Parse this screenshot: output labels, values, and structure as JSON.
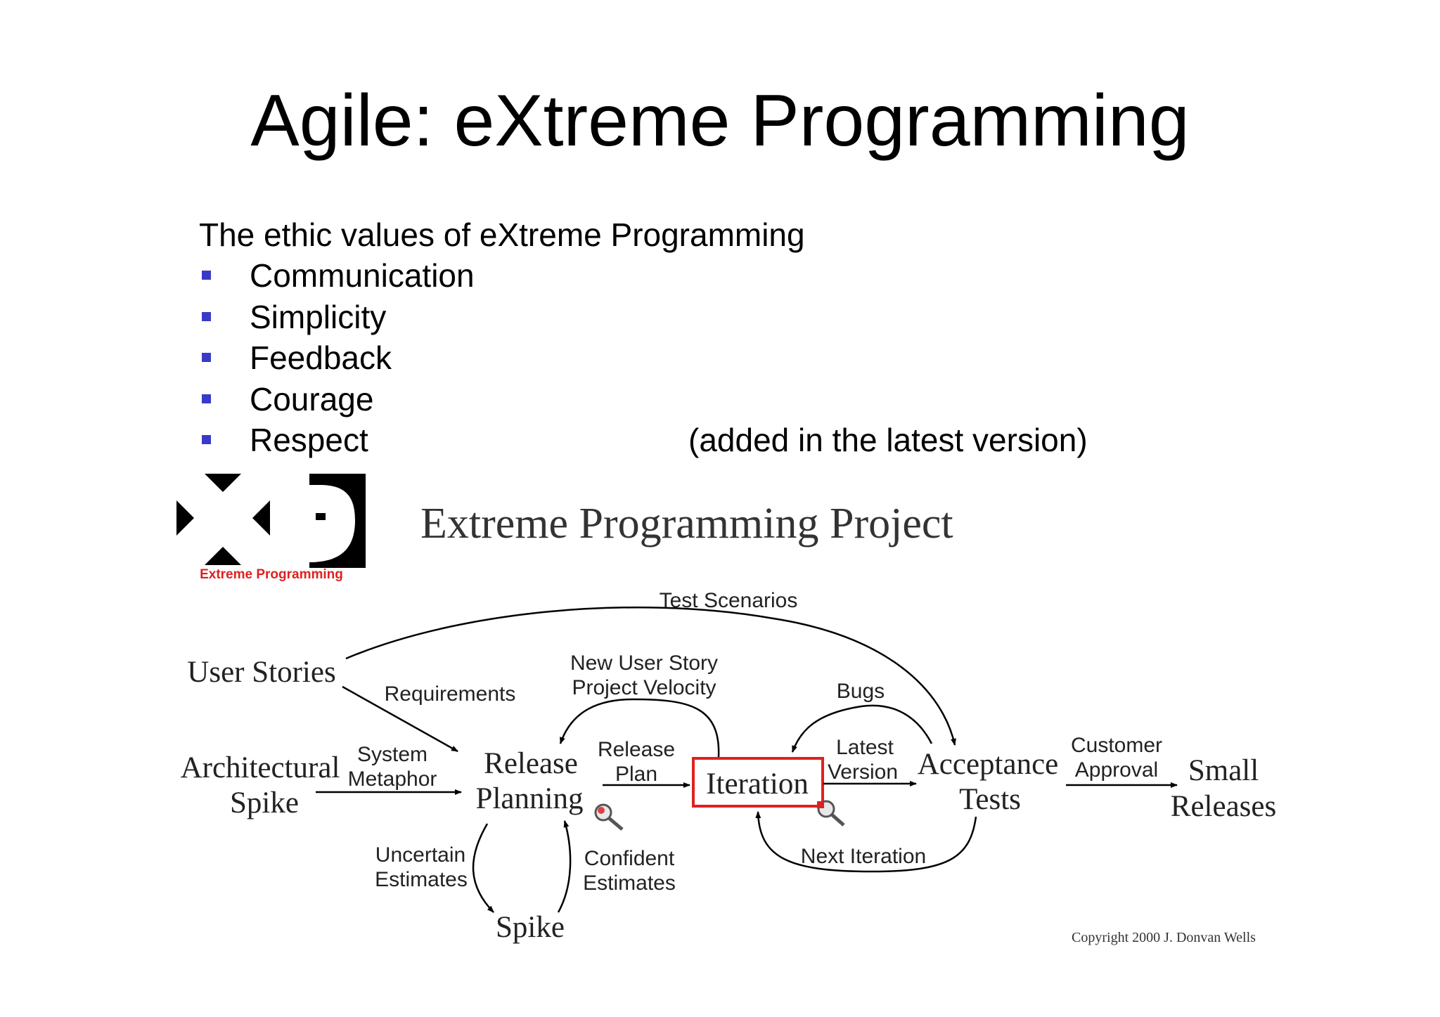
{
  "slide": {
    "title": "Agile: eXtreme Programming",
    "intro": "The ethic values of eXtreme Programming",
    "values": [
      {
        "label": "Communication",
        "note": ""
      },
      {
        "label": "Simplicity",
        "note": ""
      },
      {
        "label": "Feedback",
        "note": ""
      },
      {
        "label": "Courage",
        "note": ""
      },
      {
        "label": "Respect",
        "note": "(added in the latest version)"
      }
    ],
    "bullet_color": "#3a3ac8"
  },
  "diagram": {
    "logo_caption": "Extreme Programming",
    "heading": "Extreme Programming Project",
    "nodes": {
      "user_stories": "User Stories",
      "architectural": "Architectural",
      "spike_arch": "Spike",
      "release": "Release",
      "planning": "Planning",
      "iteration": "Iteration",
      "acceptance": "Acceptance",
      "tests": "Tests",
      "small": "Small",
      "releases": "Releases",
      "spike": "Spike"
    },
    "edges": {
      "test_scenarios": "Test Scenarios",
      "requirements": "Requirements",
      "new_user_story": "New User Story",
      "project_velocity": "Project Velocity",
      "bugs": "Bugs",
      "system": "System",
      "metaphor": "Metaphor",
      "release": "Release",
      "plan": "Plan",
      "latest": "Latest",
      "version": "Version",
      "customer": "Customer",
      "approval": "Approval",
      "uncertain": "Uncertain",
      "estimates_u": "Estimates",
      "confident": "Confident",
      "estimates_c": "Estimates",
      "next_iteration": "Next Iteration"
    },
    "copyright": "Copyright 2000 J. Donvan Wells",
    "colors": {
      "logo_caption": "#e02020",
      "iteration_box": "#e02020"
    }
  }
}
